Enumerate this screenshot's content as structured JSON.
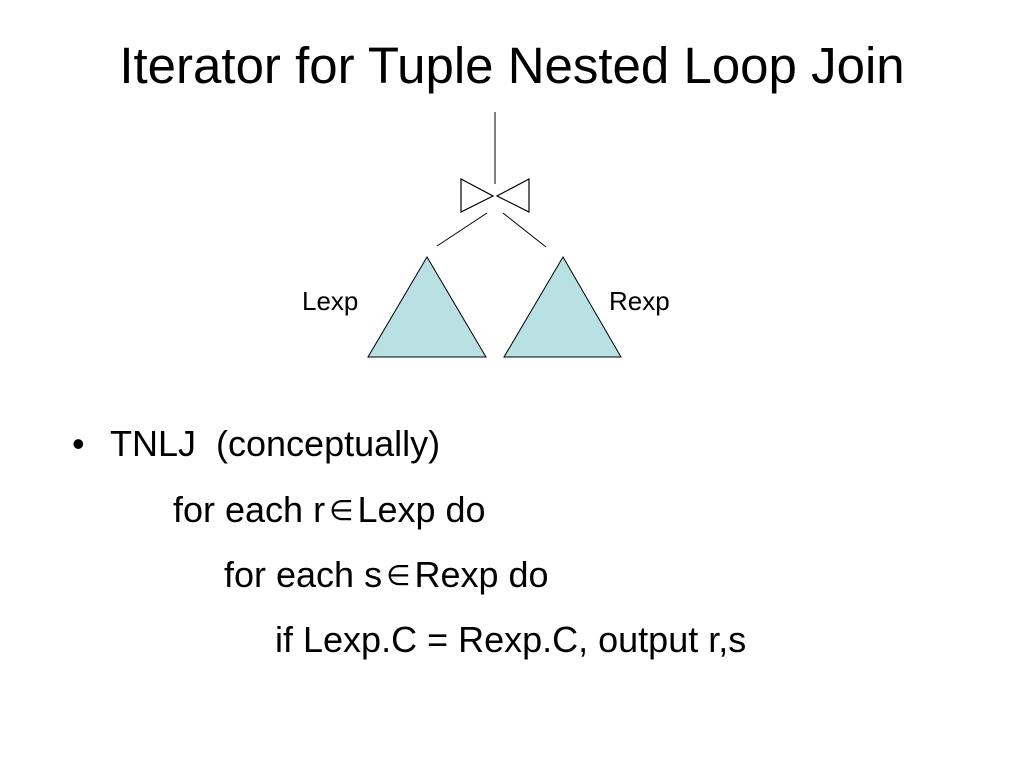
{
  "slide": {
    "title": "Iterator for Tuple Nested Loop Join"
  },
  "diagram": {
    "left_label": "Lexp",
    "right_label": "Rexp",
    "triangle_fill": "#b9e0e3",
    "join_symbol": "bowtie-join-icon"
  },
  "body": {
    "bullet": "•",
    "heading": "TNLJ  (conceptually)",
    "line1_pre": "for each r",
    "line1_sym": "∈",
    "line1_post": "Lexp do",
    "line2_pre": "for each s",
    "line2_sym": "∈",
    "line2_post": "Rexp do",
    "line3": "if Lexp.C = Rexp.C, output r,s"
  }
}
